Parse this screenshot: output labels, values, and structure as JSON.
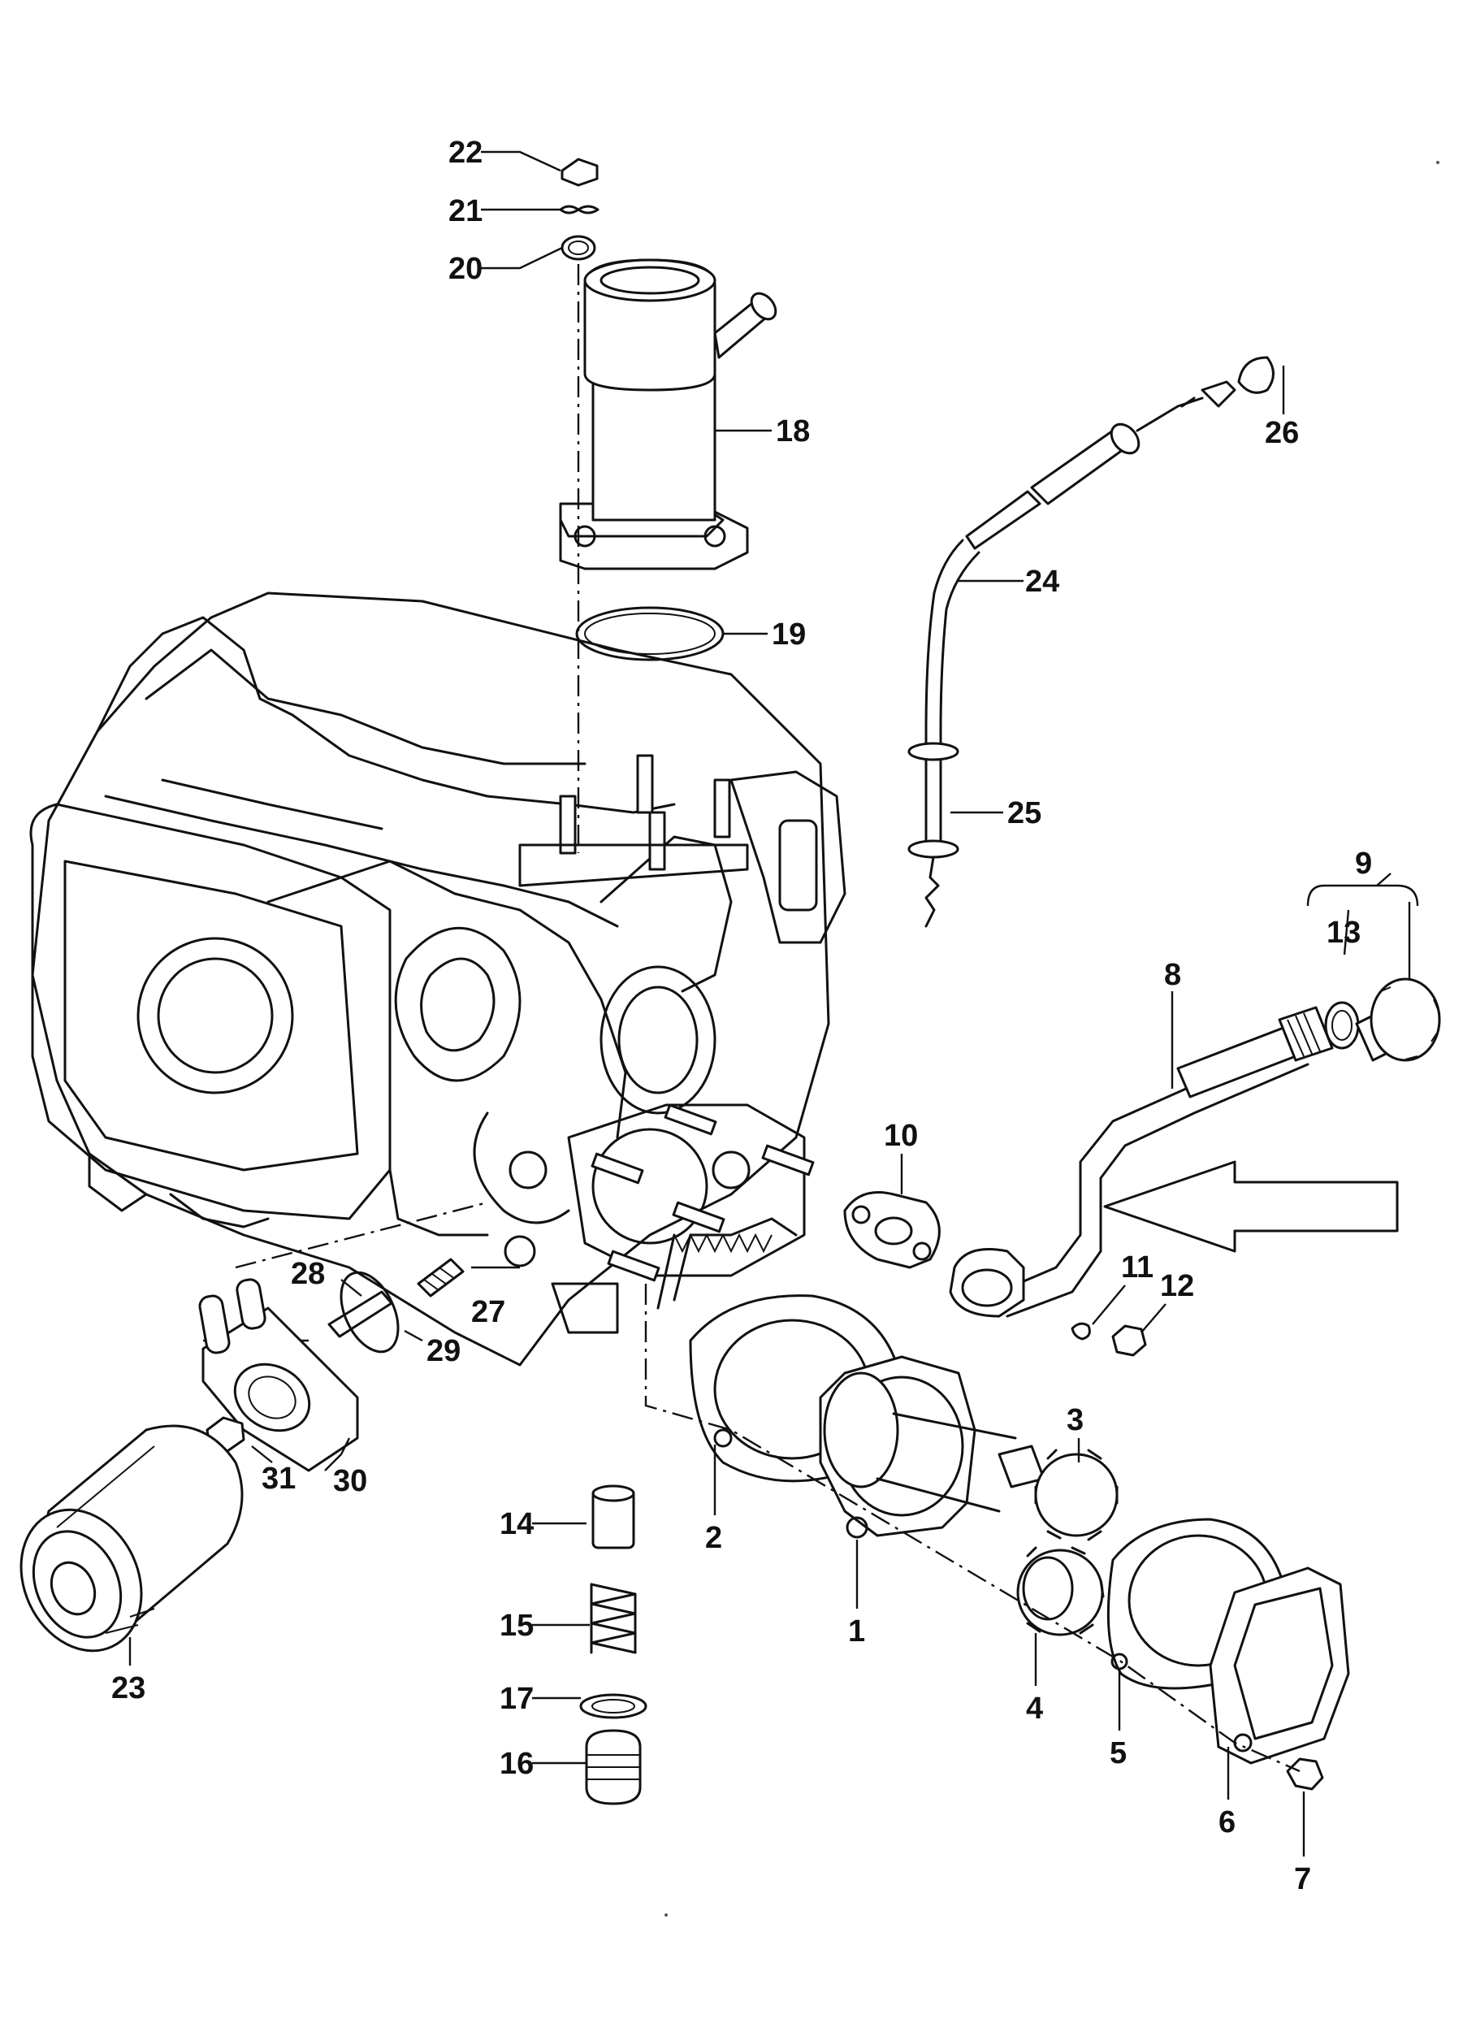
{
  "labels": {
    "l1": "1",
    "l2": "2",
    "l3": "3",
    "l4": "4",
    "l5": "5",
    "l6": "6",
    "l7": "7",
    "l8": "8",
    "l9": "9",
    "l10": "10",
    "l11": "11",
    "l12": "12",
    "l13": "13",
    "l14": "14",
    "l15": "15",
    "l16": "16",
    "l17": "17",
    "l18": "18",
    "l19": "19",
    "l20": "20",
    "l21": "21",
    "l22": "22",
    "l23": "23",
    "l24": "24",
    "l25": "25",
    "l26": "26",
    "l27": "27",
    "l28": "28",
    "l29": "29",
    "l30": "30",
    "l31": "31"
  },
  "pointer_arrow": "outline-arrow-left"
}
